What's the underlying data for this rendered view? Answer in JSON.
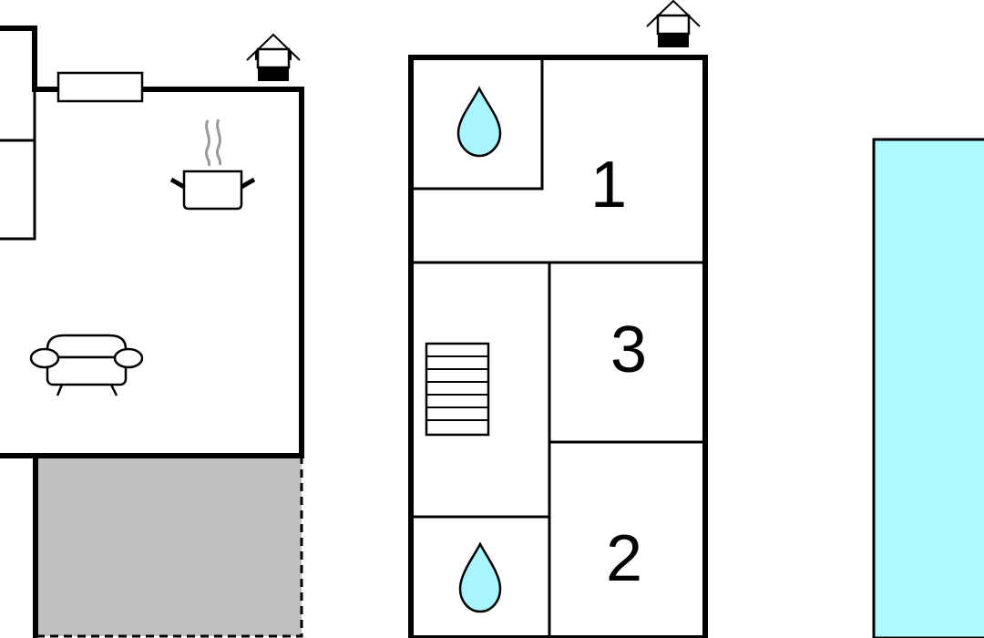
{
  "colors": {
    "wall": "#000000",
    "terrace": "#c0c0c0",
    "water": "#a8f4ff",
    "pool": "#aef9ff",
    "steam": "#999999"
  },
  "rooms": [
    {
      "label": "1"
    },
    {
      "label": "3"
    },
    {
      "label": "2"
    }
  ],
  "icons": {
    "exit_left": "house-exit-icon",
    "exit_right": "house-exit-icon",
    "kitchen": "cooking-pot-icon",
    "living": "sofa-icon",
    "stairs": "stairs-icon",
    "bath_top": "water-drop-icon",
    "bath_bottom": "water-drop-icon"
  }
}
